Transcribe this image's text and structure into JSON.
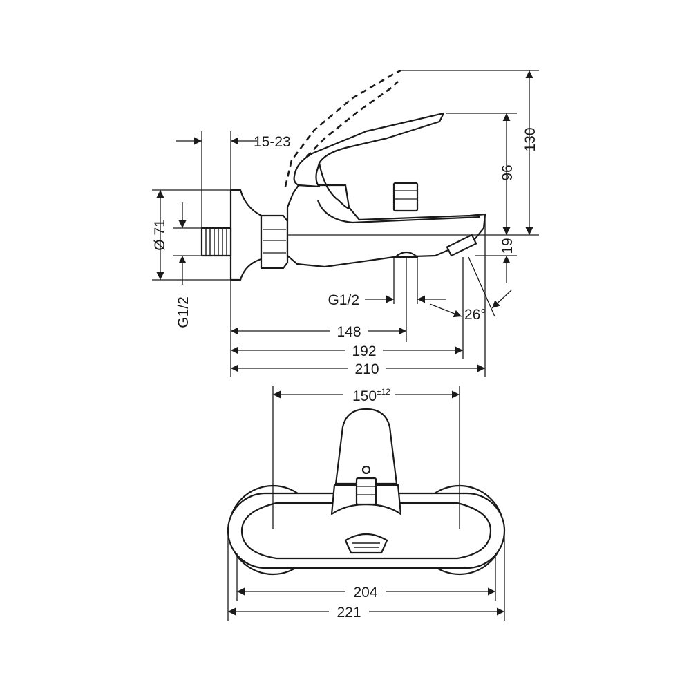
{
  "colors": {
    "line": "#1a1a1a",
    "background": "#ffffff"
  },
  "side_view": {
    "dim_offset": "15-23",
    "dim_diameter": "Ø 71",
    "dim_thread_left": "G1/2",
    "dim_height_total": "130",
    "dim_height_lever": "96",
    "dim_height_spout": "19",
    "dim_thread_bottom": "G1/2",
    "dim_angle": "26°",
    "dim_length_148": "148",
    "dim_length_192": "192",
    "dim_length_210": "210"
  },
  "front_view": {
    "dim_spacing": "150",
    "dim_spacing_tolerance": "±12",
    "dim_width_inner": "204",
    "dim_width_outer": "221"
  }
}
